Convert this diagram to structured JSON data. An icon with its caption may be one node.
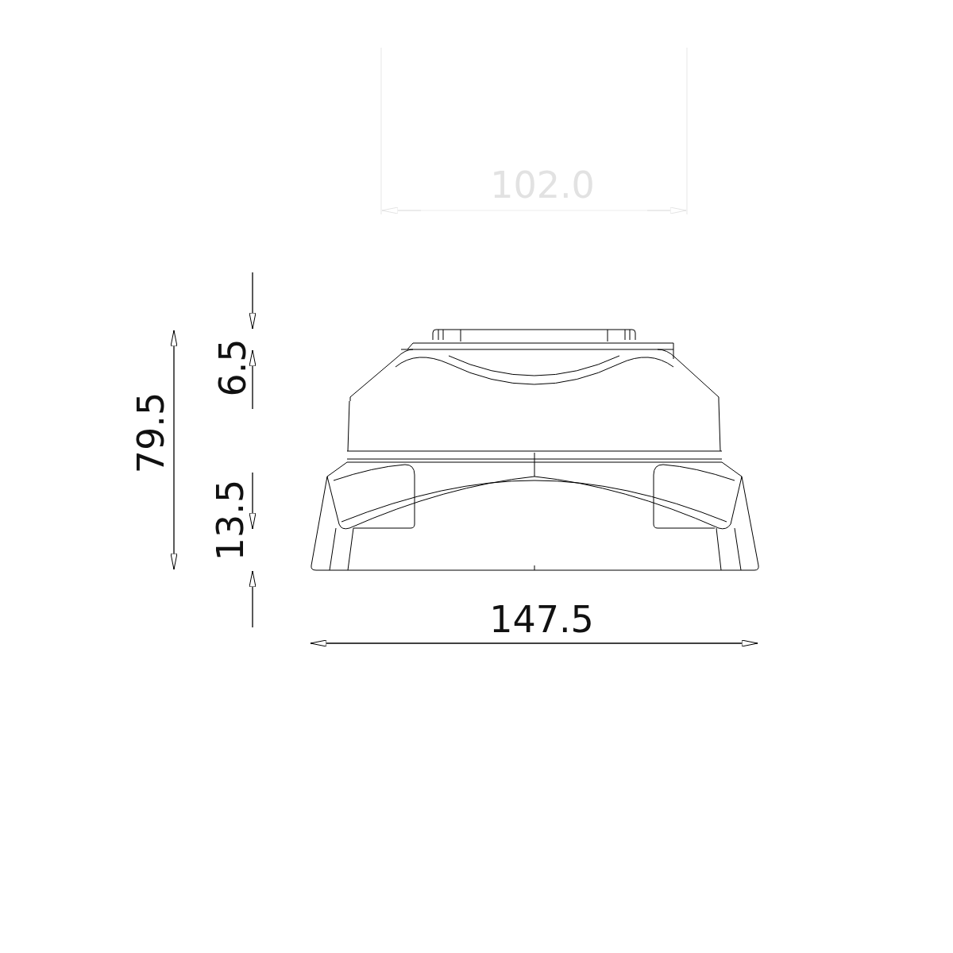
{
  "diagram": {
    "labels": [
      "102.0",
      "6.5",
      "79.5",
      "13.5",
      "147.5"
    ]
  }
}
